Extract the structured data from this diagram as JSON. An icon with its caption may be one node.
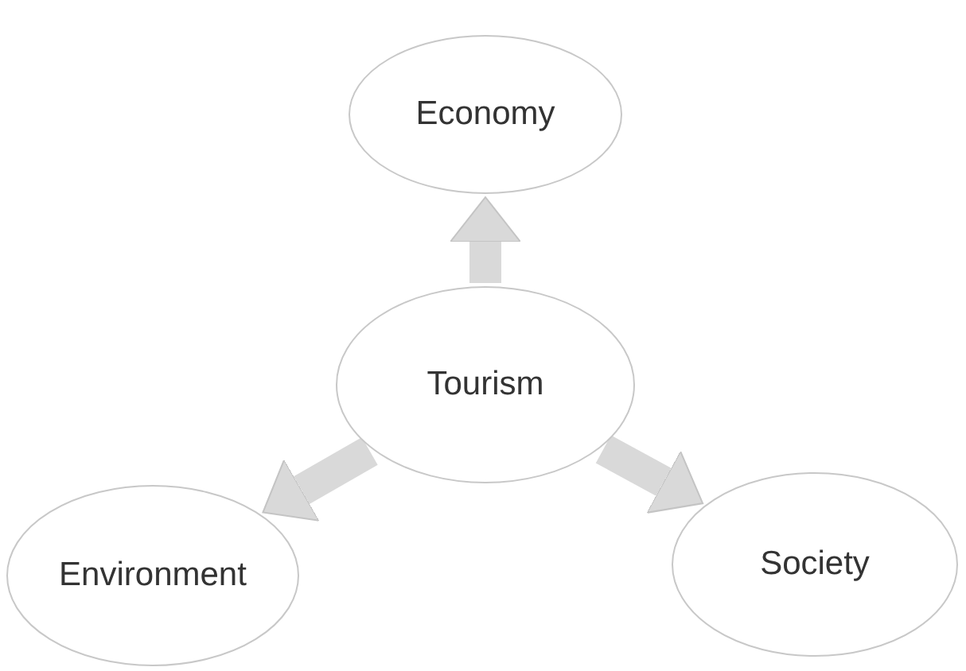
{
  "diagram": {
    "nodes": [
      {
        "text": [
          "Economy"
        ]
      },
      {
        "text": [
          "Tourism"
        ]
      },
      {
        "text": [
          "Environment"
        ]
      },
      {
        "text": [
          "Society"
        ]
      }
    ],
    "edges": [
      {
        "from": 1,
        "to": 0,
        "arrow": "to"
      },
      {
        "from": 1,
        "to": 2,
        "arrow": "to"
      },
      {
        "from": 1,
        "to": 3,
        "arrow": "to"
      }
    ]
  }
}
